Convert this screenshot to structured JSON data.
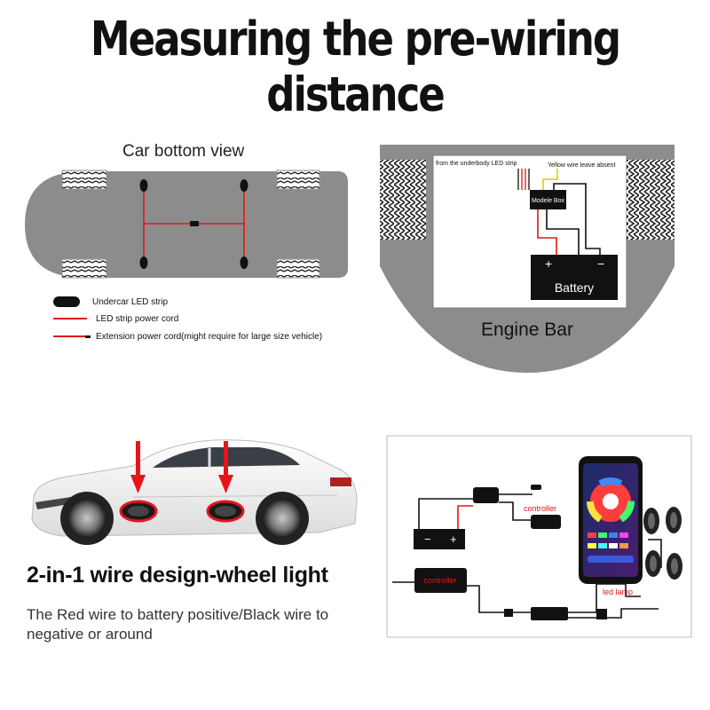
{
  "title": "Measuring the pre-wiring distance",
  "car_bottom": {
    "title": "Car bottom view",
    "legend": [
      {
        "icon": "led-pod-icon",
        "label": "Undercar LED strip"
      },
      {
        "icon": "red-line-icon",
        "label": "LED strip power cord"
      },
      {
        "icon": "red-extension-line-icon",
        "label": "Extension power cord(might require for large size vehicle)"
      }
    ]
  },
  "engine_bay": {
    "underbody_label": "from the underbody LED strip",
    "yellow_label": "Yellow wire leave absent",
    "box_label": "Modele Box",
    "battery_label": "Battery",
    "battery_plus": "+",
    "battery_minus": "−",
    "caption": "Engine Bar"
  },
  "wheel_light": {
    "heading": "2-in-1 wire design-wheel light",
    "description": "The Red wire to battery positive/Black wire to negative or around"
  },
  "wiring": {
    "controller_top": "controller",
    "controller_main": "controller",
    "led_lamp": "led lamp",
    "battery_minus": "−",
    "battery_plus": "+"
  },
  "colors": {
    "gray": "#8c8c8c",
    "red_wire": "#e01818",
    "arrow_red": "#e8141c",
    "yellow_wire": "#e8c400"
  }
}
